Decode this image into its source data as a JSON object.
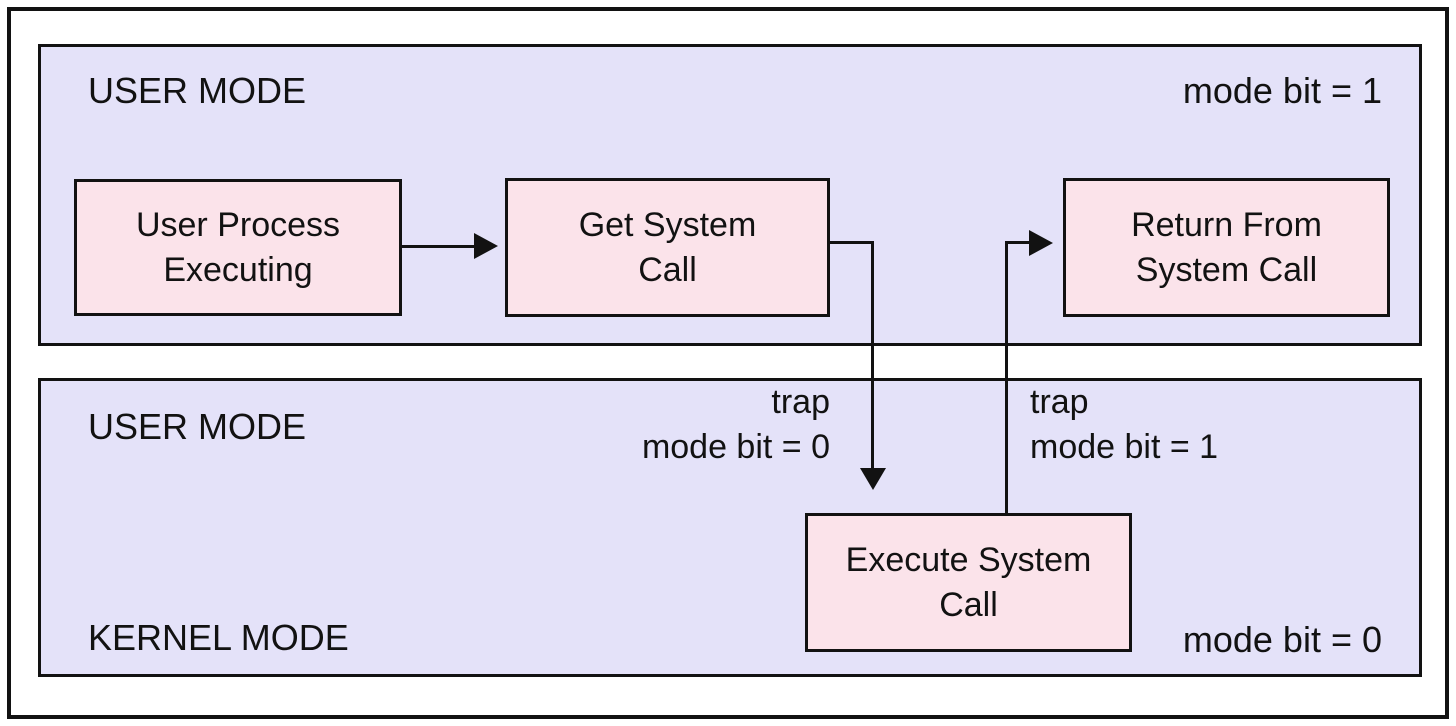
{
  "bands": {
    "user": {
      "label": "USER MODE",
      "mode_bit": "mode bit = 1"
    },
    "kernel": {
      "top_label": "USER MODE",
      "bottom_label": "KERNEL MODE",
      "mode_bit": "mode bit = 0"
    }
  },
  "nodes": {
    "user_process": {
      "label": "User Process\nExecuting"
    },
    "get_syscall": {
      "label": "Get System\nCall"
    },
    "return_syscall": {
      "label": "Return From\nSystem Call"
    },
    "execute_syscall": {
      "label": "Execute System\nCall"
    }
  },
  "annotations": {
    "trap_down": "trap\nmode bit = 0",
    "trap_up": "trap\nmode bit = 1"
  },
  "edges": [
    {
      "from": "user_process",
      "to": "get_syscall",
      "type": "horizontal-arrow"
    },
    {
      "from": "get_syscall",
      "to": "execute_syscall",
      "type": "elbow-down-arrow",
      "label": "trap\nmode bit = 0"
    },
    {
      "from": "execute_syscall",
      "to": "return_syscall",
      "type": "elbow-up-arrow",
      "label": "trap\nmode bit = 1"
    }
  ],
  "colors": {
    "band-fill": "#e4e2f9",
    "node-fill": "#fbe3ea",
    "line-color": "#121212",
    "text-color": "#121212",
    "frame-bg": "#ffffff"
  }
}
